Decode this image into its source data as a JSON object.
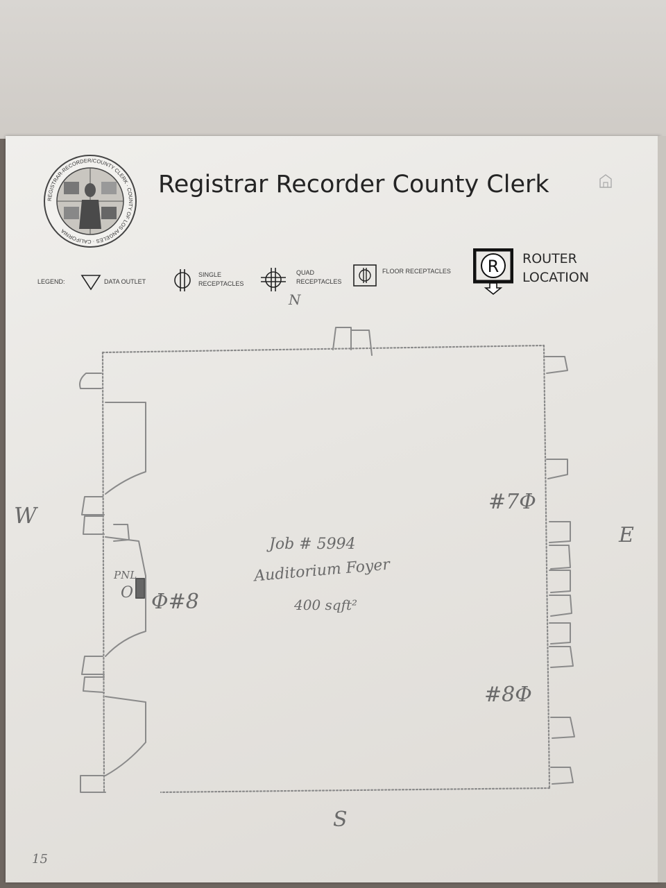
{
  "header": {
    "title": "Registrar Recorder County Clerk",
    "seal": {
      "icon": "county-seal-icon",
      "ring_text": "REGISTRAR-RECORDER/COUNTY CLERK · COUNTY OF LOS ANGELES · CALIFORNIA"
    }
  },
  "legend": {
    "label": "LEGEND:",
    "items": [
      {
        "icon": "data-outlet-icon",
        "label": "DATA OUTLET"
      },
      {
        "icon": "single-receptacle-icon",
        "label_line1": "SINGLE",
        "label_line2": "RECEPTACLES"
      },
      {
        "icon": "quad-receptacle-icon",
        "label_line1": "QUAD",
        "label_line2": "RECEPTACLES"
      },
      {
        "icon": "floor-receptacle-icon",
        "label": "FLOOR RECEPTACLES"
      }
    ],
    "router": {
      "icon": "router-location-icon",
      "badge": "R",
      "label_line1": "ROUTER",
      "label_line2": "LOCATION"
    }
  },
  "drawing": {
    "compass": {
      "north": "N",
      "south": "S",
      "east": "E",
      "west": "W"
    },
    "job_number": "Job # 5994",
    "room_name": "Auditorium Foyer",
    "area": "400 sqft²",
    "panel_label": "PNL",
    "panel_circle": "O",
    "outlet_labels": [
      "Φ#8",
      "#7Φ",
      "#8Φ"
    ],
    "page_number": "15",
    "stroke_color": "#8a8a8a"
  }
}
